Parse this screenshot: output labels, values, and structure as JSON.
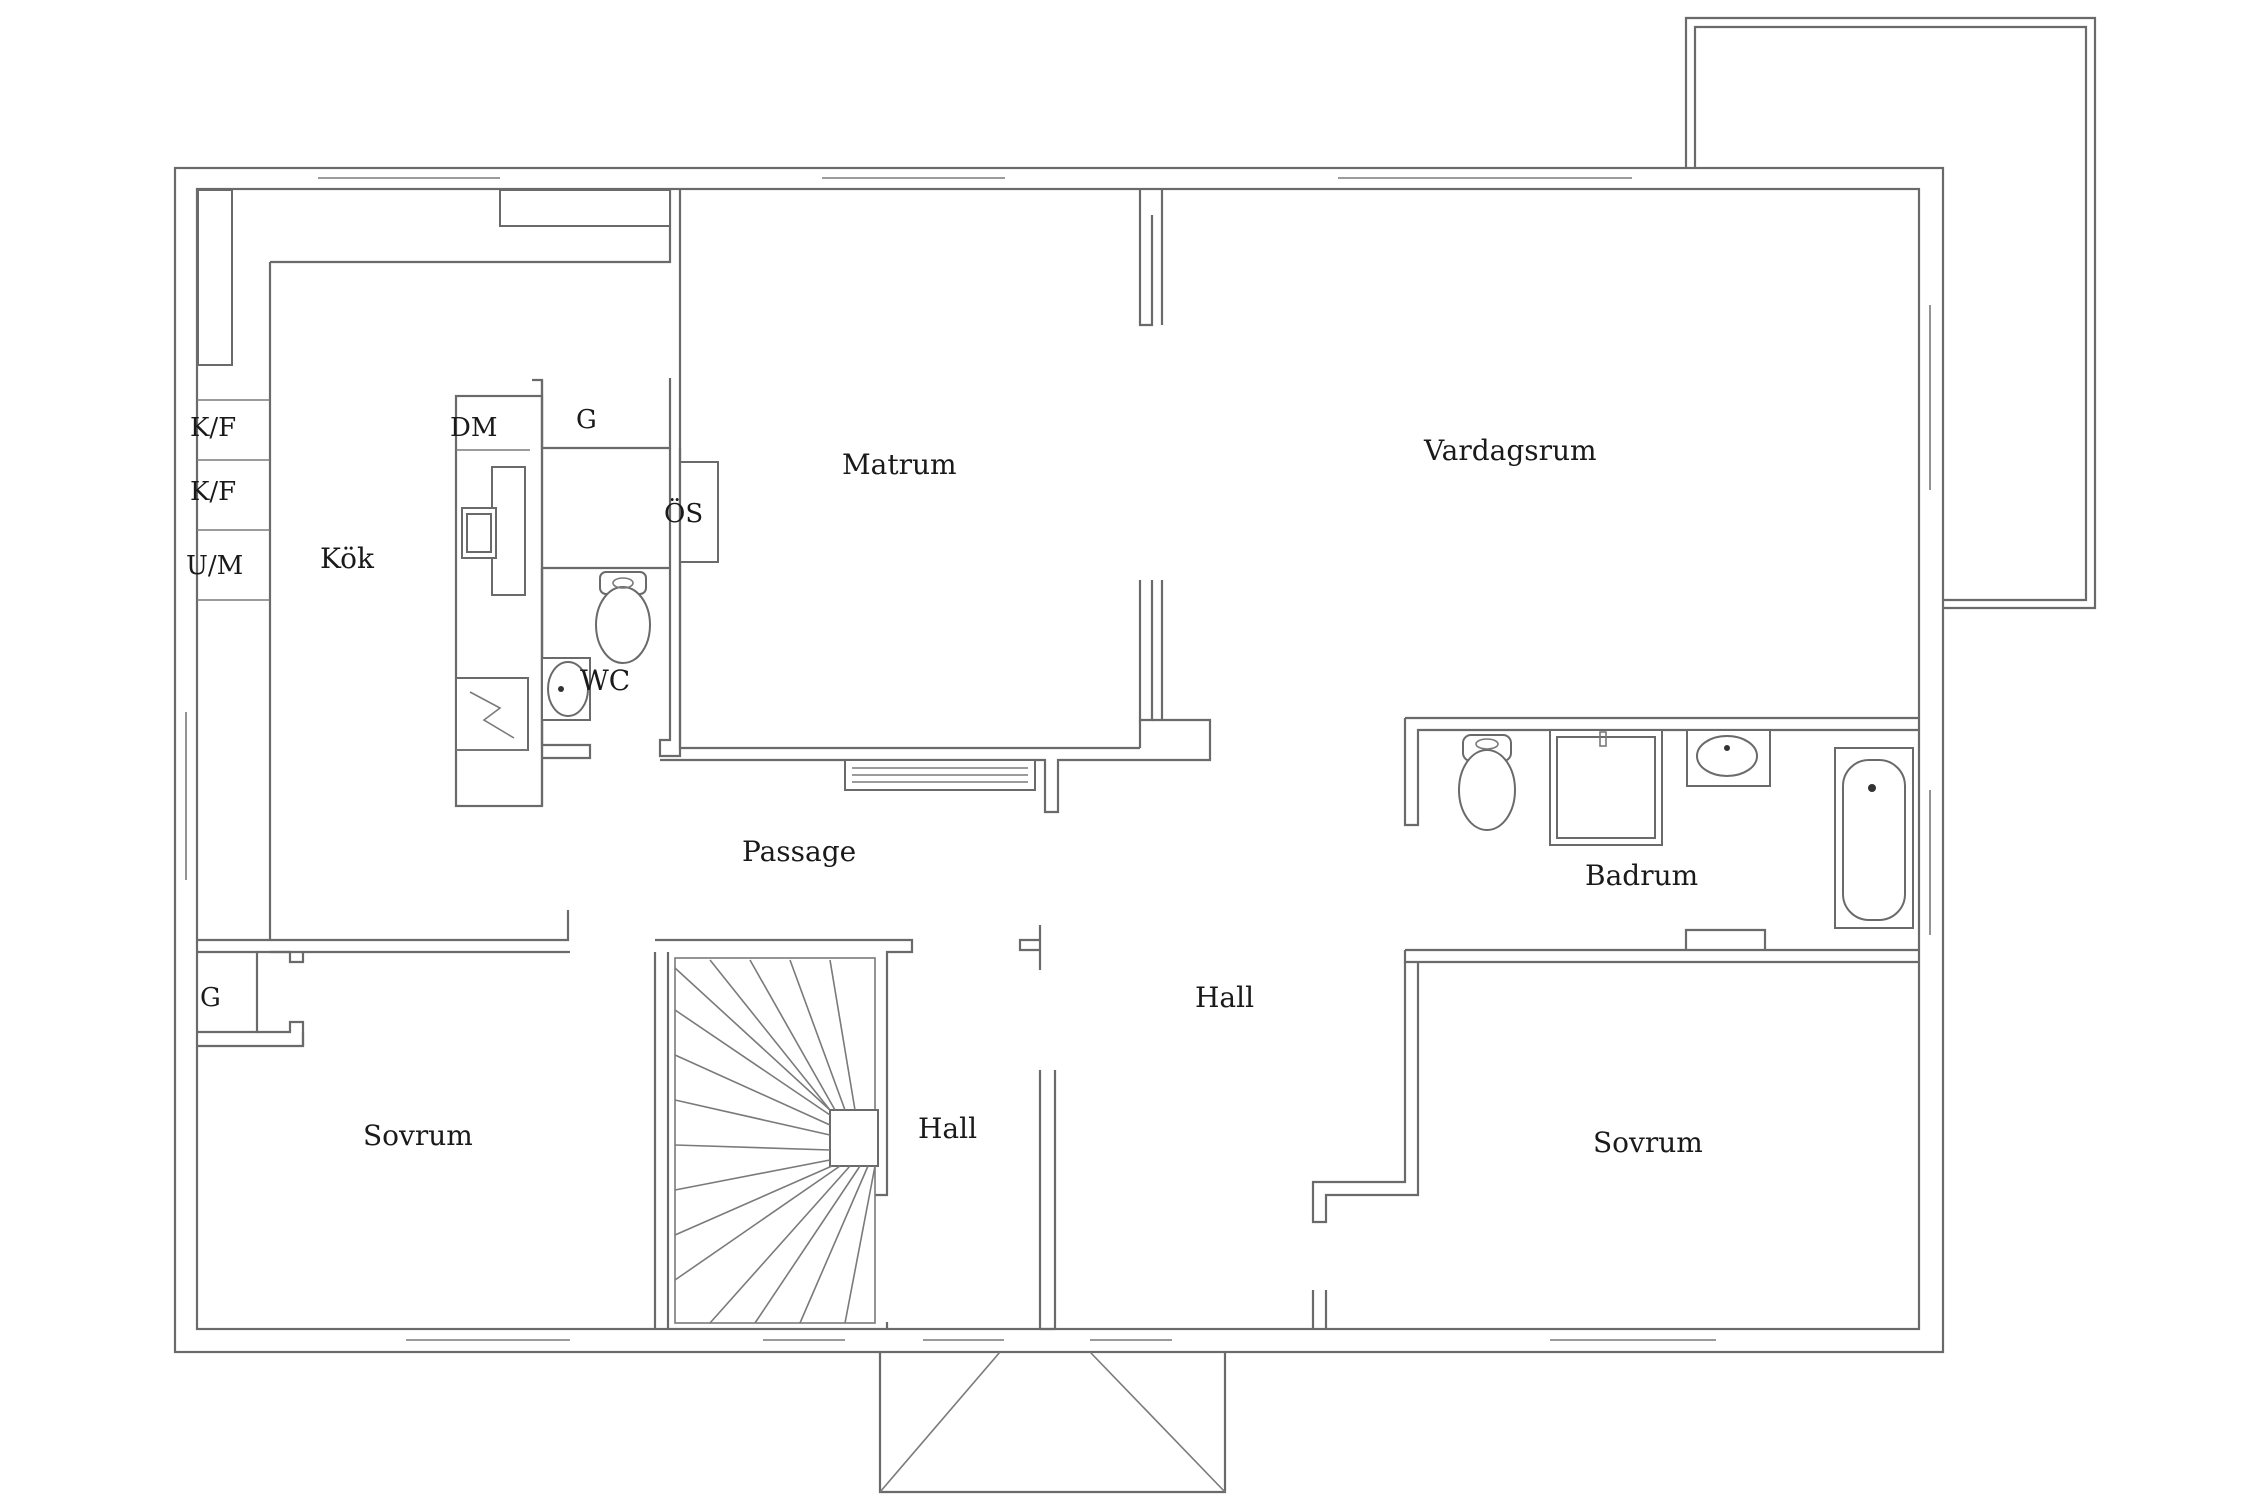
{
  "rooms": {
    "kok": "Kök",
    "matrum": "Matrum",
    "vardagsrum": "Vardagsrum",
    "passage": "Passage",
    "wc": "WC",
    "badrum": "Badrum",
    "hall_main": "Hall",
    "hall_stair": "Hall",
    "sovrum_left": "Sovrum",
    "sovrum_right": "Sovrum"
  },
  "fixtures": {
    "kf1": "K/F",
    "kf2": "K/F",
    "um": "U/M",
    "dm": "DM",
    "g_kitchen": "G",
    "os": "ÖS",
    "g_bedroom": "G"
  }
}
